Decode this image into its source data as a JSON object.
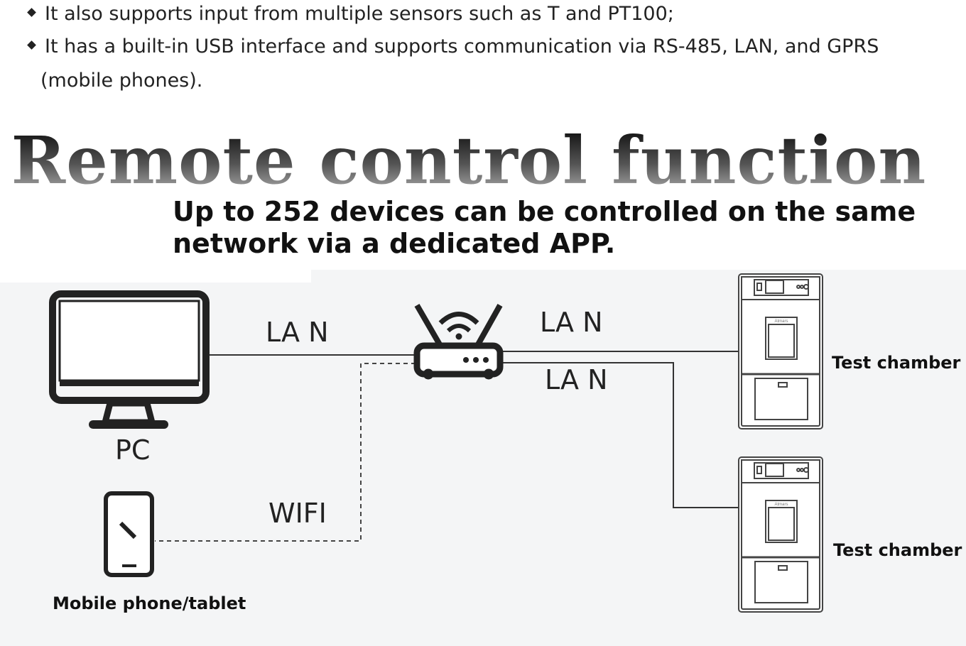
{
  "features": [
    "It also supports input from multiple sensors such as T and PT100;",
    "It has a built-in USB interface and supports communication via RS-485, LAN, and GPRS",
    "(mobile phones)."
  ],
  "title": "Remote control function",
  "subtitle": {
    "line1": "Up to 252 devices can be controlled on the same",
    "line2": "network via a dedicated APP."
  },
  "diagram": {
    "pc_label": "PC",
    "mobile_label": "Mobile phone/tablet",
    "lan_pc": "LA N",
    "wifi": "WIFI",
    "lan_top": "LA N",
    "lan_bottom": "LA N",
    "chamber1_label": "Test chamber",
    "chamber2_label": "Test chamber",
    "chamber_brand": "Atmars"
  }
}
